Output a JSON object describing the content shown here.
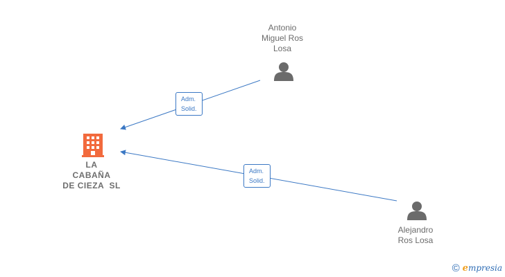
{
  "company": {
    "name_lines": [
      "LA",
      "CABAÑA",
      "DE CIEZA  SL"
    ],
    "icon": "building-icon",
    "color": "#f26a3d"
  },
  "people": [
    {
      "name_lines": [
        "Antonio",
        "Miguel Ros",
        "Losa"
      ],
      "icon": "person-icon"
    },
    {
      "name_lines": [
        "Alejandro",
        "Ros Losa"
      ],
      "icon": "person-icon"
    }
  ],
  "edges": [
    {
      "badge_lines": [
        "Adm.",
        "Solid."
      ]
    },
    {
      "badge_lines": [
        "Adm.",
        "Solid."
      ]
    }
  ],
  "colors": {
    "edge": "#3b78c4",
    "person_icon": "#6b6b6b",
    "label": "#6b6b6b"
  },
  "brand": {
    "initial": "e",
    "rest": "mpresia",
    "icon": "copyright-icon"
  }
}
